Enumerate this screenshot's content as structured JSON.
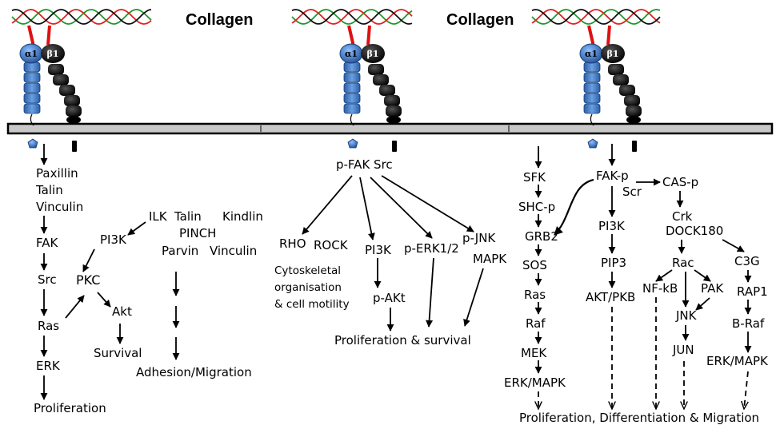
{
  "collagen_label": "Collagen",
  "integrin": {
    "alpha_label": "α1",
    "beta_label": "β1"
  },
  "panel1": {
    "paxillin": "Paxillin",
    "talin": "Talin",
    "vinculin": "Vinculin",
    "fak": "FAK",
    "src": "Src",
    "ras": "Ras",
    "erk": "ERK",
    "proliferation": "Proliferation",
    "pi3k": "PI3K",
    "ilk": "ILK",
    "pkc": "PKC",
    "akt": "Akt",
    "survival": "Survival",
    "talin2": "Talin",
    "kindlin": "Kindlin",
    "pinch": "PINCH",
    "parvin": "Parvin",
    "vinculin2": "Vinculin",
    "adhesion": "Adhesion/Migration"
  },
  "panel2": {
    "pfak_src": "p-FAK Src",
    "rho": "RHO",
    "rock": "ROCK",
    "pi3k": "PI3K",
    "perk": "p-ERK1/2",
    "pjnk": "p-JNK",
    "mapk": "MAPK",
    "cyto1": "Cytoskeletal",
    "cyto2": "organisation",
    "cyto3": "& cell motility",
    "pakt": "p-AKt",
    "prolif_survival": "Proliferation & survival"
  },
  "panel3": {
    "sfk": "SFK",
    "shcp": "SHC-p",
    "grb2": "GRB2",
    "sos": "SOS",
    "ras": "Ras",
    "raf": "Raf",
    "mek": "MEK",
    "erkmapk": "ERK/MAPK",
    "fakp": "FAK-p",
    "scr": "Scr",
    "casp": "CAS-p",
    "pi3k": "PI3K",
    "pip3": "PIP3",
    "aktpkb": "AKT/PKB",
    "crk": "Crk",
    "dock180": "DOCK180",
    "rac": "Rac",
    "c3g": "C3G",
    "nfkb": "NF-kB",
    "pak": "PAK",
    "rap1": "RAP1",
    "jnk": "JNK",
    "braf": "B-Raf",
    "jun": "JUN",
    "erkmapk2": "ERK/MAPK",
    "final": "Proliferation, Differentiation & Migration"
  }
}
